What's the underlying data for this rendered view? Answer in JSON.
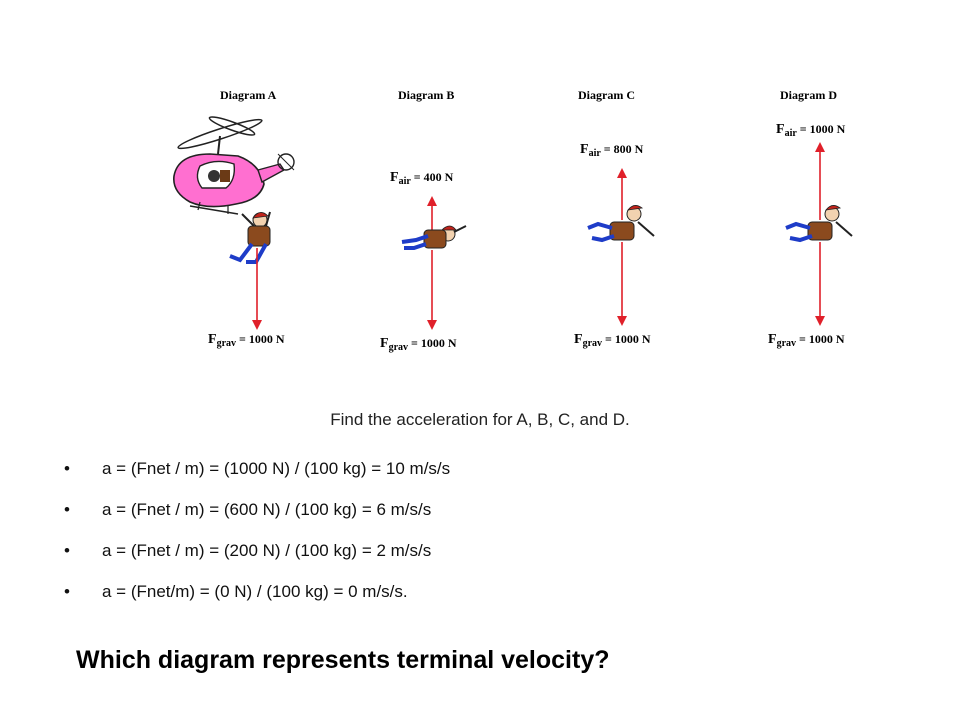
{
  "diagrams": [
    {
      "title": "Diagram A",
      "has_helicopter": true,
      "f_air_value": "",
      "f_grav_value": "= 1000 N"
    },
    {
      "title": "Diagram B",
      "has_helicopter": false,
      "f_air_value": "= 400 N",
      "f_grav_value": "= 1000 N"
    },
    {
      "title": "Diagram C",
      "has_helicopter": false,
      "f_air_value": "= 800 N",
      "f_grav_value": "= 1000 N"
    },
    {
      "title": "Diagram D",
      "has_helicopter": false,
      "f_air_value": "= 1000 N",
      "f_grav_value": "= 1000 N"
    }
  ],
  "force_symbol": "F",
  "air_subscript": "air",
  "grav_subscript": "grav",
  "prompt": "Find the acceleration for A, B, C, and D.",
  "bullet_char": "•",
  "equations": [
    "a = (Fnet / m) = (1000 N) / (100 kg) = 10 m/s/s",
    "a = (Fnet / m) = (600 N) / (100 kg) = 6 m/s/s",
    "a = (Fnet / m) = (200 N) / (100 kg) = 2 m/s/s",
    "a = (Fnet/m) = (0 N) / (100 kg) = 0 m/s/s."
  ],
  "question": "Which diagram represents terminal velocity?",
  "colors": {
    "arrow": "#e0202a",
    "helicopter_body": "#ff6fd0",
    "jumpsuit_blue": "#1e3cc8",
    "backpack_brown": "#8b4a1e",
    "helmet_red": "#c0241c"
  }
}
